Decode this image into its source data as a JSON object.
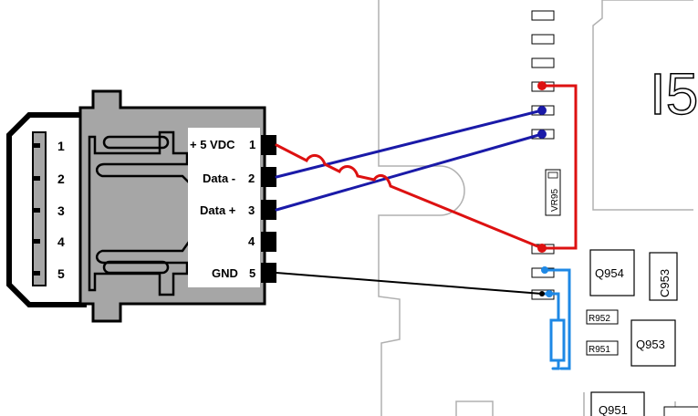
{
  "connector": {
    "side_pins": [
      "1",
      "2",
      "3",
      "4",
      "5"
    ],
    "pins": [
      {
        "num": "1",
        "label": "+ 5 VDC"
      },
      {
        "num": "2",
        "label": "Data -"
      },
      {
        "num": "3",
        "label": "Data +"
      },
      {
        "num": "4",
        "label": ""
      },
      {
        "num": "5",
        "label": "GND"
      }
    ]
  },
  "pcb": {
    "components": {
      "vr95": "VR95",
      "q954": "Q954",
      "c953": "C953",
      "r952": "R952",
      "r951": "R951",
      "q953": "Q953",
      "q951": "Q951"
    },
    "silk_large": "I5"
  },
  "colors": {
    "power_wire": "#dd1111",
    "data_wire": "#1a1aa8",
    "ground_wire": "#000000",
    "jumper": "#1e88e5",
    "connector_body": "#a6a6a6",
    "pcb_outline": "#b0b0b0"
  }
}
